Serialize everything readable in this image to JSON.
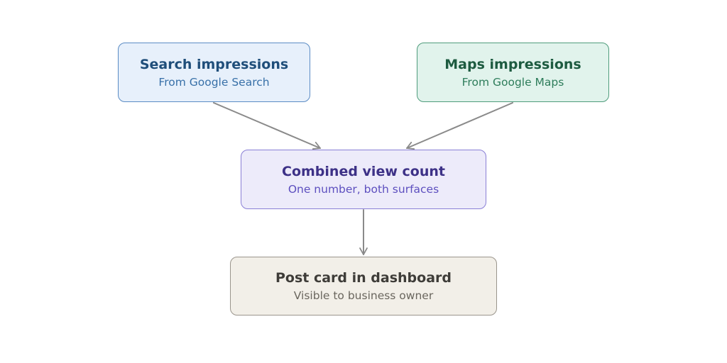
{
  "nodes": {
    "search": {
      "title": "Search impressions",
      "subtitle": "From Google Search",
      "fill": "#e7f0fb",
      "border": "#5b8cc4",
      "title_color": "#1f4e7a",
      "subtitle_color": "#3870a8"
    },
    "maps": {
      "title": "Maps impressions",
      "subtitle": "From Google Maps",
      "fill": "#e1f3ec",
      "border": "#4f9c7c",
      "title_color": "#1d5b40",
      "subtitle_color": "#2e7d5b"
    },
    "combined": {
      "title": "Combined view count",
      "subtitle": "One number, both surfaces",
      "fill": "#edebfa",
      "border": "#8a7fd6",
      "title_color": "#3d3187",
      "subtitle_color": "#5d4fbf"
    },
    "post": {
      "title": "Post card in dashboard",
      "subtitle": "Visible to business owner",
      "fill": "#f2efe8",
      "border": "#9a958c",
      "title_color": "#3e3c38",
      "subtitle_color": "#6a665e"
    }
  },
  "edges": [
    {
      "from": "search",
      "to": "combined"
    },
    {
      "from": "maps",
      "to": "combined"
    },
    {
      "from": "combined",
      "to": "post"
    }
  ],
  "connector_color": "#8a8a8a"
}
